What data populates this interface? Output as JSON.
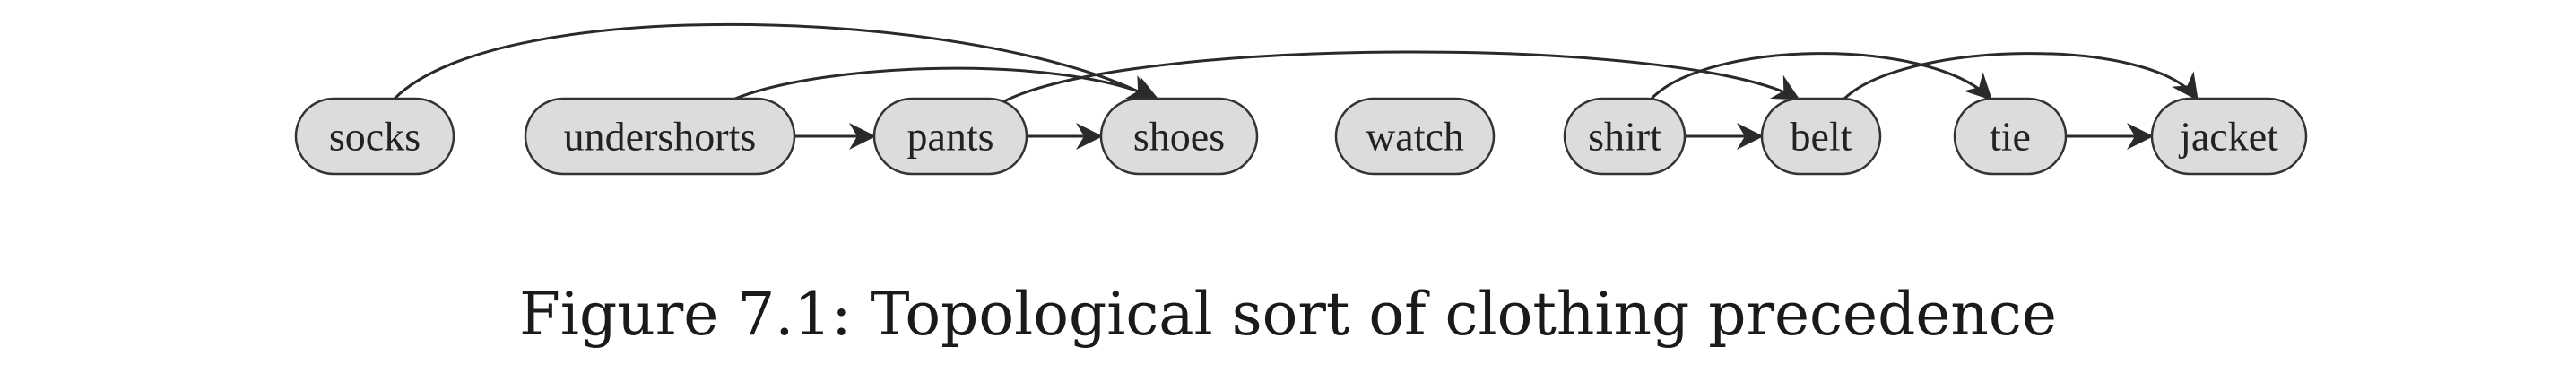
{
  "caption": "Figure 7.1: Topological sort of clothing precedence",
  "colors": {
    "node_fill": "#dcdcdc",
    "node_stroke": "#333333",
    "edge": "#2a2a2a"
  },
  "nodes": [
    {
      "id": "socks",
      "label": "socks"
    },
    {
      "id": "undershorts",
      "label": "undershorts"
    },
    {
      "id": "pants",
      "label": "pants"
    },
    {
      "id": "shoes",
      "label": "shoes"
    },
    {
      "id": "watch",
      "label": "watch"
    },
    {
      "id": "shirt",
      "label": "shirt"
    },
    {
      "id": "belt",
      "label": "belt"
    },
    {
      "id": "tie",
      "label": "tie"
    },
    {
      "id": "jacket",
      "label": "jacket"
    }
  ],
  "edges": [
    {
      "from": "undershorts",
      "to": "pants"
    },
    {
      "from": "pants",
      "to": "shoes"
    },
    {
      "from": "shirt",
      "to": "belt"
    },
    {
      "from": "tie",
      "to": "jacket"
    },
    {
      "from": "socks",
      "to": "shoes"
    },
    {
      "from": "undershorts",
      "to": "shoes"
    },
    {
      "from": "pants",
      "to": "belt"
    },
    {
      "from": "shirt",
      "to": "tie"
    },
    {
      "from": "belt",
      "to": "jacket"
    }
  ]
}
